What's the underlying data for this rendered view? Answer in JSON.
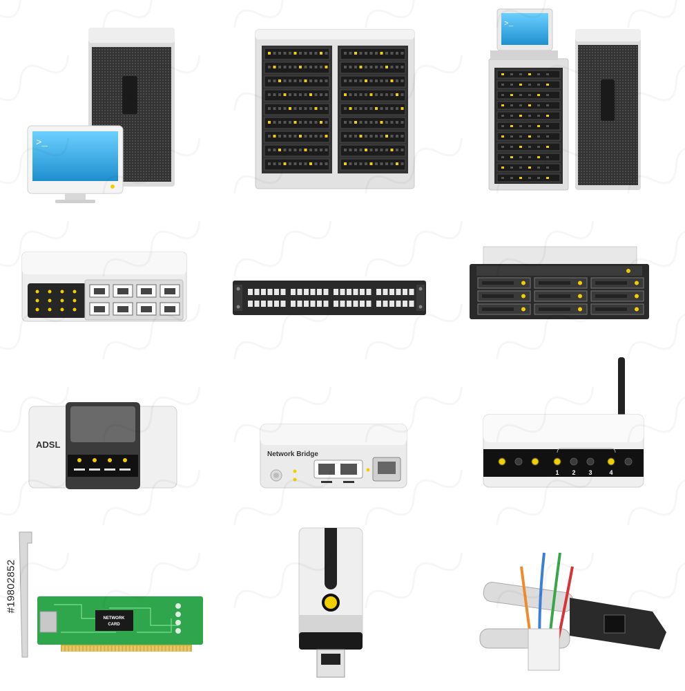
{
  "stock_id": "#19802852",
  "labels": {
    "adsl": "ADSL",
    "network_bridge": "Network Bridge",
    "card_line1": "NETWORK",
    "card_line2": "CARD",
    "port_numbers": [
      "1",
      "2",
      "3",
      "4"
    ]
  },
  "icons": [
    "workstation-icon",
    "server-rack-icon",
    "server-cluster-icon",
    "network-switch-icon",
    "patch-panel-icon",
    "storage-server-icon",
    "adsl-modem-icon",
    "network-bridge-icon",
    "wireless-router-icon",
    "network-card-icon",
    "usb-modem-icon",
    "cable-crimper-icon"
  ],
  "colors": {
    "screen": "#3aa9e0",
    "led": "#f2d000",
    "pcb": "#2fa64b",
    "dark_panel": "#222222",
    "cable_orange": "#f08a2c",
    "cable_blue": "#3b7fd6",
    "cable_green": "#3aa64a",
    "cable_red": "#d6343a"
  }
}
